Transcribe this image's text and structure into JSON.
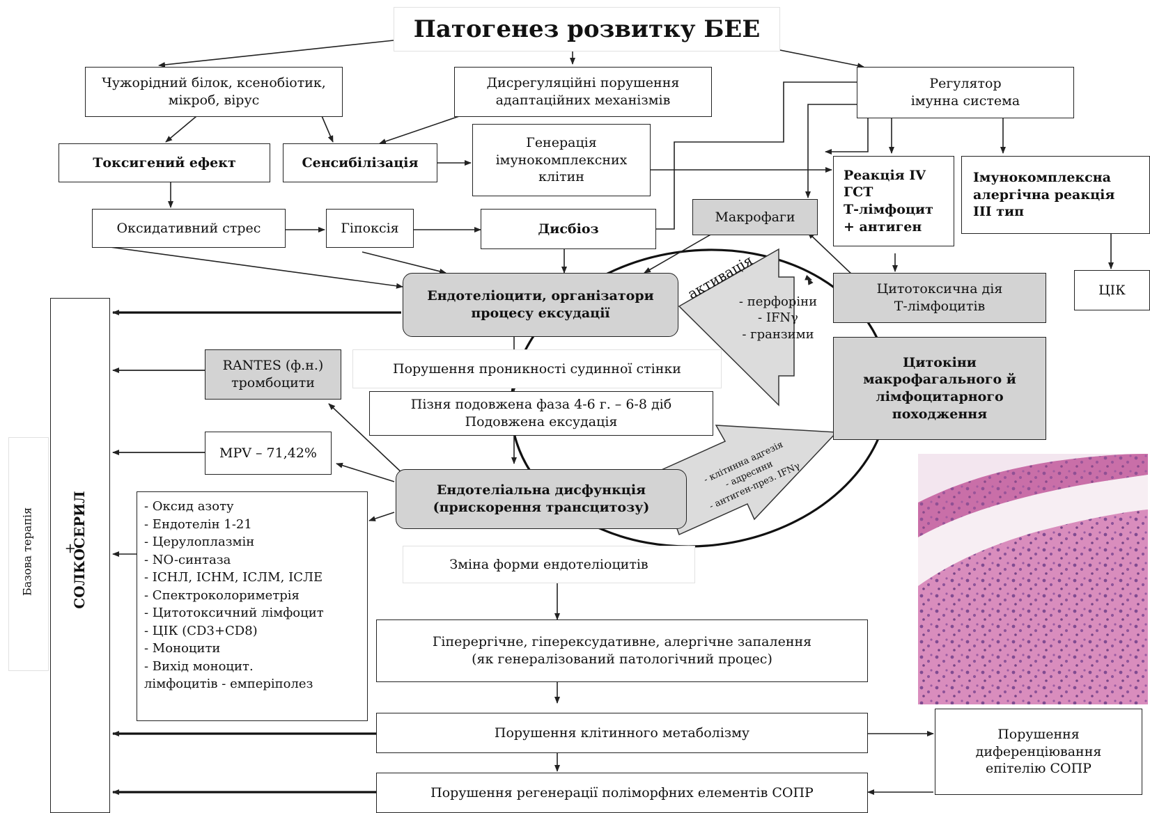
{
  "title": "Патогенез розвитку БЕЕ",
  "nodes": {
    "foreign": "Чужорідний білок, ксенобіотик,\nмікроб, вірус",
    "dysreg": "Дисрегуляційні порушення\nадаптаційних механізмів",
    "regulator": "Регулятор\nімунна система",
    "toxic": "Токсигений ефект",
    "sensib": "Сенсибілізація",
    "immgen": "Генерація\nімунокомплексних\nклітин",
    "reaction4": "Реакція IV\nГСТ\nТ-лімфоцит\n+ антиген",
    "immcomplex": "Імунокомплексна\nалергічна реакція\nIII тип",
    "oxid": "Оксидативний стрес",
    "hypox": "Гіпоксія",
    "dysbio": "Дисбіоз",
    "macro": "Макрофаги",
    "endo_org": "Ендотеліоцити, організатори\nпроцесу ексудації",
    "cytotox": "Цитотоксична дія\nТ-лімфоцитів",
    "cik": "ЦІК",
    "cytokines": "Цитокіни\nмакрофагального й\nлімфоцитарного\nпоходження",
    "rantes": "RANTES (ф.н.)\nтромбоцити",
    "permeab": "Порушення проникності судинної стінки",
    "late_phase": "Пізня подовжена фаза 4-6 г. – 6-8 діб\nПодовжена ексудація",
    "mpv": "MPV – 71,42%",
    "endo_dys": "Ендотеліальна дисфункція\n(прискорення трансцитозу)",
    "shape": "Зміна форми ендотеліоцитів",
    "hyperergic": "Гіперергічне, гіперексудативне, алергічне запалення\n(як генералізований патологічний процес)",
    "metab": "Порушення клітинного метаболізму",
    "diff": "Порушення\nдиференціювання\nепітелію СОПР",
    "regen": "Порушення регенерації поліморфних елементів СОПР"
  },
  "markers": [
    "- Оксид азоту",
    "- Ендотелін 1-21",
    "- Церулоплазмін",
    "- NO-синтаза",
    "- ІСНЛ, ІСНМ, ІСЛМ, ІСЛЕ",
    "- Спектроколориметрія",
    "- Цитотоксичний лімфоцит",
    "- ЦІК (CD3+CD8)",
    "- Моноцити",
    "- Вихід моноцит.",
    "лімфоцитів - емперіполез"
  ],
  "labels": {
    "activation": "активація",
    "perforins": "- перфоріни\n- IFNγ\n- гранзими",
    "adhesion": "- клітинна адгезія\n- адресини\n- антиген-през. IFNγ",
    "solco": "СОЛКОСЕРИЛ",
    "plus": "+",
    "basic": "Базова терапія"
  },
  "colors": {
    "gray_fill": "#d3d3d3",
    "arrow_fill": "#dcdcdc",
    "line": "#222222"
  }
}
